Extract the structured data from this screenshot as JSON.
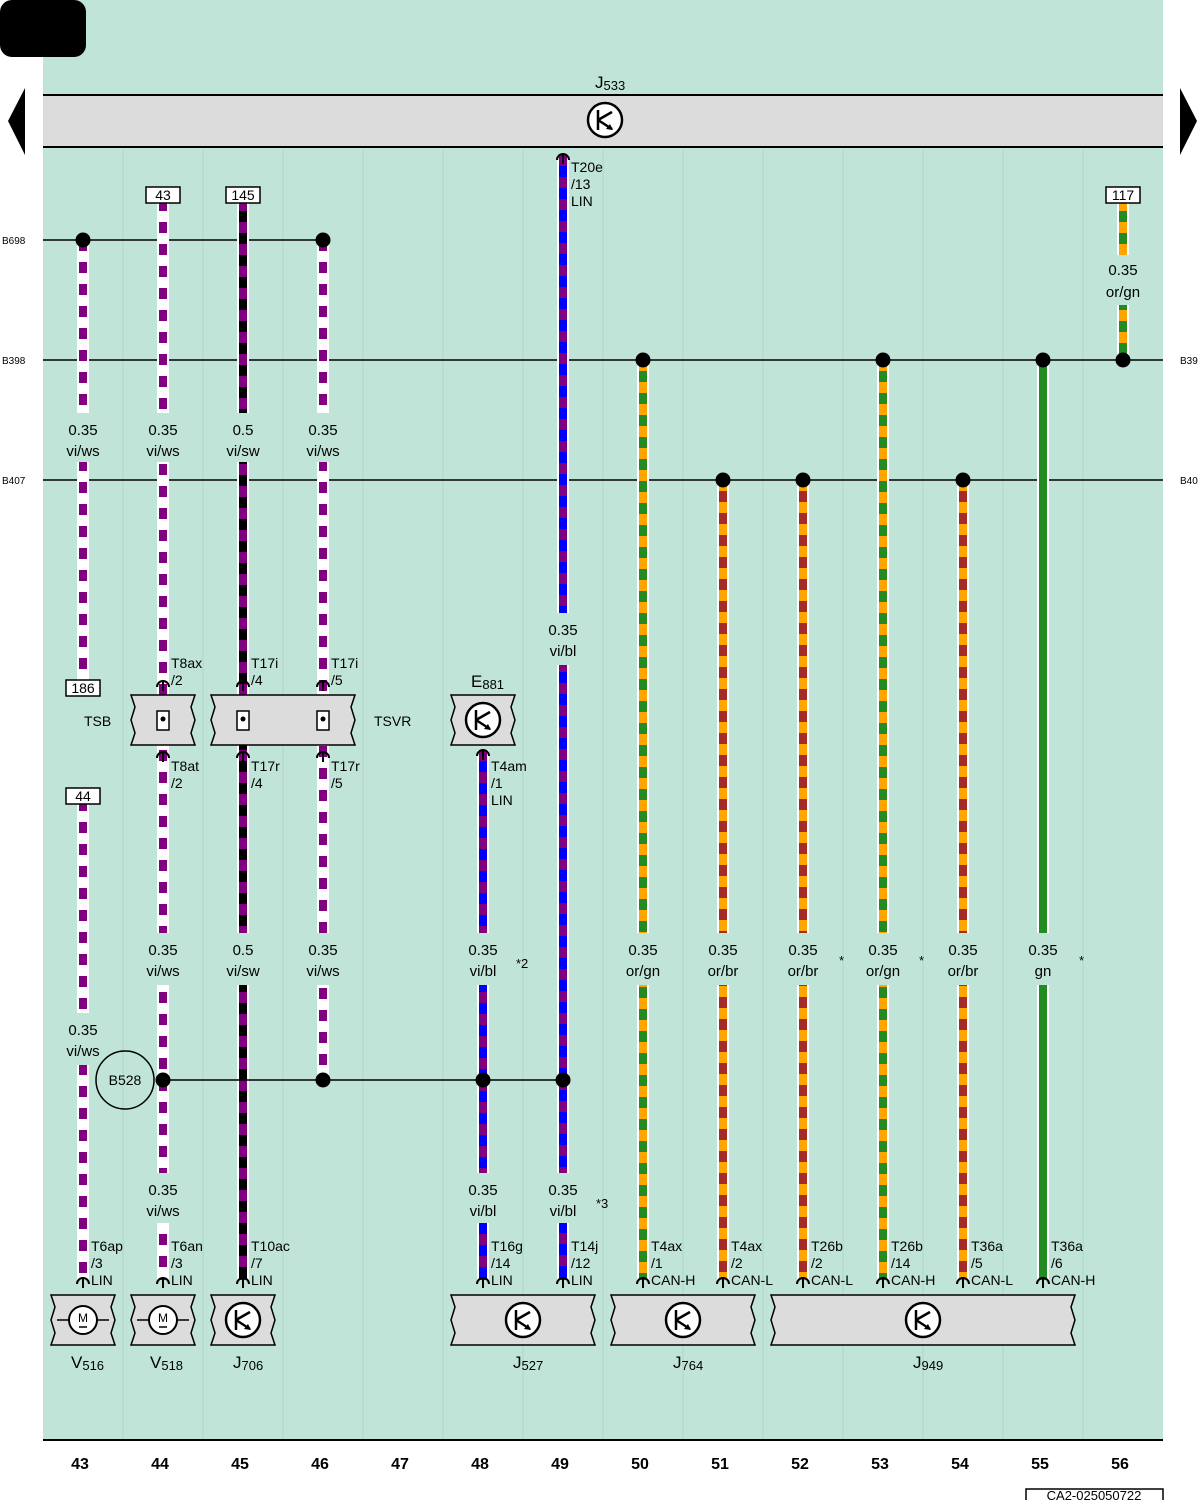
{
  "colors": {
    "background": "#c0e4d8",
    "violet": "#800080",
    "white": "#ffffff",
    "black": "#000000",
    "blue": "#0000ff",
    "orange": "#ffa500",
    "green": "#228b22",
    "brown": "#a52a2a",
    "housing": "#dcdcdc"
  },
  "diagram": {
    "header_marker_icon": "black-rounded-tab",
    "nav_prev_icon": "triangle-left",
    "nav_next_icon": "triangle-right",
    "main_unit": {
      "label": "J",
      "sub": "533",
      "icon": "control-unit-icon"
    },
    "bus_lines": [
      {
        "id": "B698",
        "label": "B698"
      },
      {
        "id": "B398",
        "label": "B398"
      },
      {
        "id": "B407",
        "label": "B407"
      }
    ],
    "ref_boxes": [
      {
        "label": "43",
        "column": 44
      },
      {
        "label": "145",
        "column": 45
      },
      {
        "label": "117",
        "column": 56
      },
      {
        "label": "186",
        "column": 43
      },
      {
        "label": "44",
        "column": 43
      }
    ],
    "wires": [
      {
        "column": 43,
        "segments": [
          {
            "gauge": "0.35",
            "color": "vi/ws",
            "colors": [
              "violet",
              "white"
            ]
          },
          {
            "gauge": "0.35",
            "color": "vi/ws",
            "colors": [
              "violet",
              "white"
            ]
          }
        ]
      },
      {
        "column": 44,
        "segments": [
          {
            "gauge": "0.35",
            "color": "vi/ws",
            "colors": [
              "violet",
              "white"
            ]
          },
          {
            "gauge": "0.35",
            "color": "vi/ws",
            "colors": [
              "violet",
              "white"
            ]
          },
          {
            "gauge": "0.35",
            "color": "vi/ws",
            "colors": [
              "violet",
              "white"
            ]
          }
        ]
      },
      {
        "column": 45,
        "segments": [
          {
            "gauge": "0.5",
            "color": "vi/sw",
            "colors": [
              "violet",
              "black"
            ]
          },
          {
            "gauge": "0.5",
            "color": "vi/sw",
            "colors": [
              "violet",
              "black"
            ]
          }
        ]
      },
      {
        "column": 46,
        "segments": [
          {
            "gauge": "0.35",
            "color": "vi/ws",
            "colors": [
              "violet",
              "white"
            ]
          },
          {
            "gauge": "0.35",
            "color": "vi/ws",
            "colors": [
              "violet",
              "white"
            ]
          }
        ]
      },
      {
        "column": 48,
        "segments": [
          {
            "gauge": "0.35",
            "color": "vi/bl",
            "colors": [
              "violet",
              "blue"
            ],
            "note": "*2"
          },
          {
            "gauge": "0.35",
            "color": "vi/bl",
            "colors": [
              "violet",
              "blue"
            ]
          }
        ]
      },
      {
        "column": 49,
        "segments": [
          {
            "gauge": "0.35",
            "color": "vi/bl",
            "colors": [
              "violet",
              "blue"
            ]
          },
          {
            "gauge": "0.35",
            "color": "vi/bl",
            "colors": [
              "violet",
              "blue"
            ],
            "note": "*3"
          }
        ]
      },
      {
        "column": 50,
        "segments": [
          {
            "gauge": "0.35",
            "color": "or/gn",
            "colors": [
              "orange",
              "green"
            ]
          }
        ]
      },
      {
        "column": 51,
        "segments": [
          {
            "gauge": "0.35",
            "color": "or/br",
            "colors": [
              "orange",
              "brown"
            ]
          }
        ]
      },
      {
        "column": 52,
        "segments": [
          {
            "gauge": "0.35",
            "color": "or/br",
            "colors": [
              "orange",
              "brown"
            ],
            "note": "*"
          }
        ]
      },
      {
        "column": 53,
        "segments": [
          {
            "gauge": "0.35",
            "color": "or/gn",
            "colors": [
              "orange",
              "green"
            ],
            "note": "*"
          }
        ]
      },
      {
        "column": 54,
        "segments": [
          {
            "gauge": "0.35",
            "color": "or/br",
            "colors": [
              "orange",
              "brown"
            ]
          }
        ]
      },
      {
        "column": 55,
        "segments": [
          {
            "gauge": "0.35",
            "color": "gn",
            "colors": [
              "green"
            ],
            "note": "*"
          }
        ]
      },
      {
        "column": 56,
        "segments": [
          {
            "gauge": "0.35",
            "color": "or/gn",
            "colors": [
              "orange",
              "green"
            ]
          }
        ]
      }
    ],
    "connectors": [
      {
        "column": 49,
        "lines": [
          "T20e",
          "/13",
          "LIN"
        ]
      },
      {
        "column": 44,
        "lines": [
          "T8ax",
          "/2"
        ]
      },
      {
        "column": 45,
        "lines": [
          "T17i",
          "/4"
        ]
      },
      {
        "column": 46,
        "lines": [
          "T17i",
          "/5"
        ]
      },
      {
        "column": 44,
        "lines": [
          "T8at",
          "/2"
        ]
      },
      {
        "column": 45,
        "lines": [
          "T17r",
          "/4"
        ]
      },
      {
        "column": 46,
        "lines": [
          "T17r",
          "/5"
        ]
      },
      {
        "column": 48,
        "lines": [
          "T4am",
          "/1",
          "LIN"
        ]
      },
      {
        "column": 43,
        "lines": [
          "T6ap",
          "/3",
          "LIN"
        ]
      },
      {
        "column": 44,
        "lines": [
          "T6an",
          "/3",
          "LIN"
        ]
      },
      {
        "column": 45,
        "lines": [
          "T10ac",
          "/7",
          "LIN"
        ]
      },
      {
        "column": 48,
        "lines": [
          "T16g",
          "/14",
          "LIN"
        ]
      },
      {
        "column": 49,
        "lines": [
          "T14j",
          "/12",
          "LIN"
        ]
      },
      {
        "column": 50,
        "lines": [
          "T4ax",
          "/1",
          "CAN-H"
        ]
      },
      {
        "column": 51,
        "lines": [
          "T4ax",
          "/2",
          "CAN-L"
        ]
      },
      {
        "column": 52,
        "lines": [
          "T26b",
          "/2",
          "CAN-L"
        ]
      },
      {
        "column": 53,
        "lines": [
          "T26b",
          "/14",
          "CAN-H"
        ]
      },
      {
        "column": 54,
        "lines": [
          "T36a",
          "/5",
          "CAN-L"
        ]
      },
      {
        "column": 55,
        "lines": [
          "T36a",
          "/6",
          "CAN-H"
        ]
      }
    ],
    "separation_points": [
      {
        "label": "TSB",
        "icon": "connector-pin-icon"
      },
      {
        "label": "TSVR",
        "icon": "connector-pin-icon"
      }
    ],
    "splice": {
      "label": "B528"
    },
    "components": [
      {
        "label": "E",
        "sub": "881",
        "icon": "control-unit-icon"
      },
      {
        "label": "V",
        "sub": "516",
        "icon": "motor-icon"
      },
      {
        "label": "V",
        "sub": "518",
        "icon": "motor-icon"
      },
      {
        "label": "J",
        "sub": "706",
        "icon": "control-unit-icon"
      },
      {
        "label": "J",
        "sub": "527",
        "icon": "control-unit-icon"
      },
      {
        "label": "J",
        "sub": "764",
        "icon": "control-unit-icon"
      },
      {
        "label": "J",
        "sub": "949",
        "icon": "control-unit-icon"
      }
    ],
    "columns": [
      "43",
      "44",
      "45",
      "46",
      "47",
      "48",
      "49",
      "50",
      "51",
      "52",
      "53",
      "54",
      "55",
      "56"
    ],
    "figure_code": "CA2-025050722"
  }
}
